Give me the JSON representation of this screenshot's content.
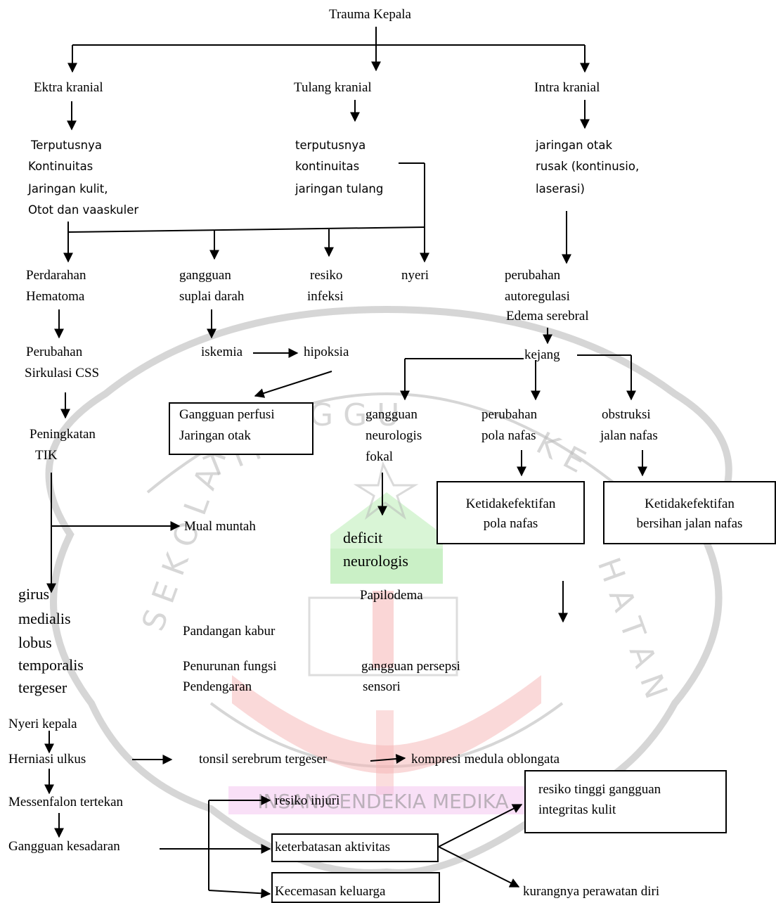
{
  "diagram": {
    "title": "Trauma Kepala",
    "branches": {
      "extra": {
        "label": "Ektra kranial",
        "detail": [
          "Terputusnya",
          "Kontinuitas",
          "Jaringan kulit,",
          "Otot dan vaaskuler"
        ]
      },
      "bone": {
        "label": "Tulang kranial",
        "detail": [
          "terputusnya",
          "kontinuitas",
          "jaringan tulang"
        ]
      },
      "intra": {
        "label": "Intra kranial",
        "detail": [
          "jaringan otak",
          "rusak (kontinusio,",
          "laserasi)"
        ]
      }
    },
    "level2": {
      "bleeding": [
        "Perdarahan",
        "Hematoma"
      ],
      "blood_supply": [
        "gangguan",
        "suplai darah"
      ],
      "infection": [
        "resiko",
        "infeksi"
      ],
      "pain": "nyeri",
      "autoreg": [
        "perubahan",
        "autoregulasi",
        "Edema serebral"
      ]
    },
    "level3": {
      "css": [
        "Perubahan",
        "Sirkulasi CSS"
      ],
      "ischemia": "iskemia",
      "hypoxia": "hipoksia",
      "seizure": "kejang"
    },
    "level4": {
      "tik": [
        "Peningkatan",
        "TIK"
      ],
      "perfusion_box": [
        "Gangguan perfusi",
        "Jaringan otak"
      ],
      "neuro_focal": [
        "gangguan",
        "neurologis",
        "fokal"
      ],
      "breath_pattern": [
        "perubahan",
        "pola nafas"
      ],
      "airway": [
        "obstruksi",
        "jalan nafas"
      ],
      "breath_box": [
        "Ketidakefektifan",
        "pola nafas"
      ],
      "airway_box": [
        "Ketidakefektifan",
        "bersihan jalan nafas"
      ]
    },
    "level5": {
      "nausea": "Mual muntah",
      "deficit": [
        "deficit",
        "neurologis"
      ],
      "papil": "Papilodema",
      "blur": "Pandangan kabur",
      "hearing": [
        "Penurunan fungsi",
        "Pendengaran"
      ],
      "perception": [
        "gangguan persepsi",
        "sensori"
      ],
      "girus": [
        "girus",
        "medialis",
        "lobus",
        "temporalis",
        "tergeser"
      ]
    },
    "bottom": {
      "headache": "Nyeri kepala",
      "herniation": "Herniasi ulkus",
      "tonsil": "tonsil serebrum tergeser",
      "compression": "kompresi medula oblongata",
      "mesencephalon": "Messenfalon tertekan",
      "consciousness": "Gangguan kesadaran",
      "injury": "resiko injuri",
      "activity_box": "keterbatasan aktivitas",
      "anxiety_box": "Kecemasan keluarga",
      "skin_box": [
        "resiko tinggi gangguan",
        "integritas kulit"
      ],
      "selfcare": "kurangnya perawatan diri"
    },
    "watermark": {
      "top_text": "TINGGI ILMU KESEHATAN",
      "left_text": "SEKOLAH",
      "banner": "INSAN CENDEKIA MEDIKA",
      "colors": {
        "outline": "#9a9a9a",
        "green": "#b9ecb4",
        "red": "#f6b4b4",
        "pink": "#f3c2f0"
      }
    },
    "colors": {
      "ink": "#000000",
      "background": "#ffffff"
    }
  }
}
